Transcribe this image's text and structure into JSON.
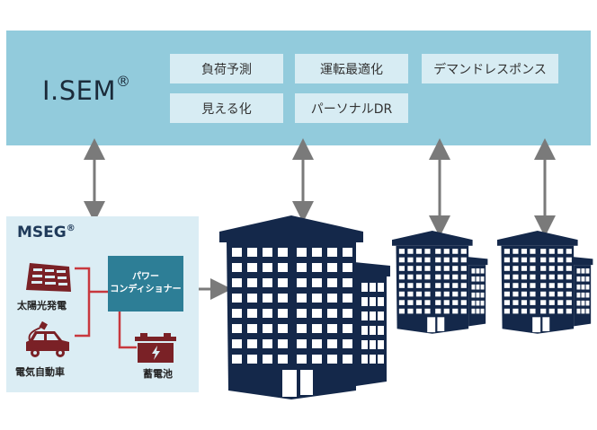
{
  "isem": {
    "title": "I.SEM",
    "reg": "®",
    "features": [
      {
        "label": "負荷予測"
      },
      {
        "label": "運転最適化"
      },
      {
        "label": "デマンドレスポンス"
      },
      {
        "label": "見える化"
      },
      {
        "label": "パーソナルDR"
      }
    ]
  },
  "mseg": {
    "title": "MSEG",
    "reg": "®",
    "power_conditioner": {
      "line1": "パワー",
      "line2": "コンディショナー"
    },
    "solar_label": "太陽光発電",
    "ev_label": "電気自動車",
    "battery_label": "蓄電池"
  },
  "colors": {
    "isem_panel": "#92cbdc",
    "feature_box": "#d7ecf3",
    "mseg_panel": "#dbedf4",
    "power_conditioner": "#2d7e96",
    "equipment": "#7a2126",
    "wiring": "#c8383e",
    "building": "#14284a",
    "arrow": "#7a7a7a"
  }
}
